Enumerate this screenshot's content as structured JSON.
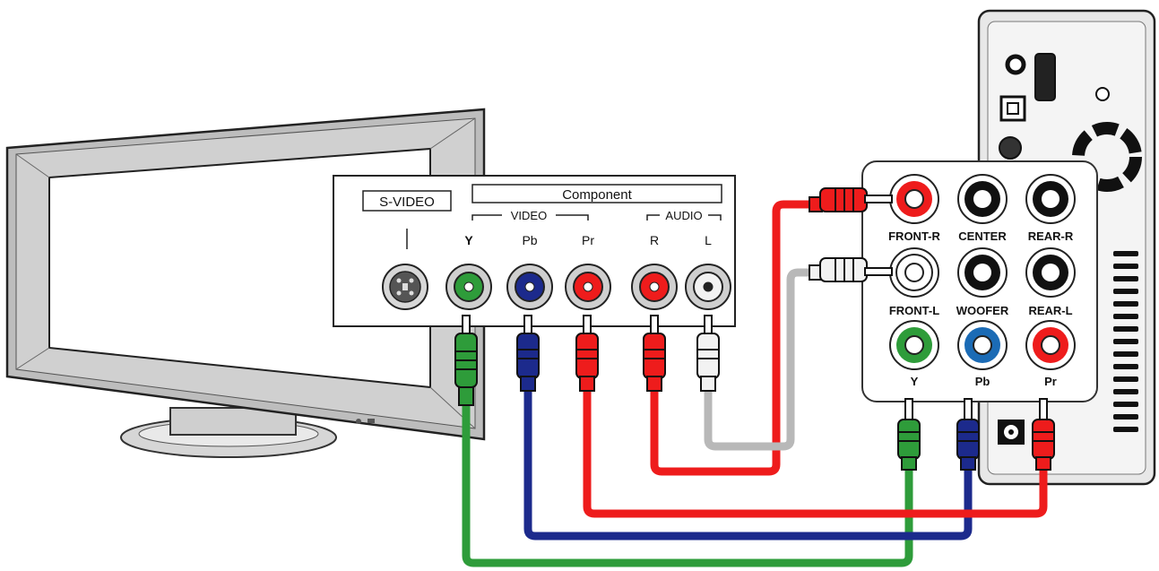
{
  "tv_panel": {
    "svideo_label": "S-VIDEO",
    "component_label": "Component",
    "video_label": "VIDEO",
    "audio_label": "AUDIO",
    "ports": [
      "Y",
      "Pb",
      "Pr",
      "R",
      "L"
    ]
  },
  "player_panel": {
    "top_row": [
      "FRONT-R",
      "CENTER",
      "REAR-R"
    ],
    "mid_row": [
      "FRONT-L",
      "WOOFER",
      "REAR-L"
    ],
    "bottom_row": [
      "Y",
      "Pb",
      "Pr"
    ]
  },
  "colors": {
    "green": "#2e9c3a",
    "blue": "#1c2a8c",
    "red": "#ee1c1c",
    "white": "#f2f2f2",
    "gray_cable": "#b8b8b8"
  }
}
